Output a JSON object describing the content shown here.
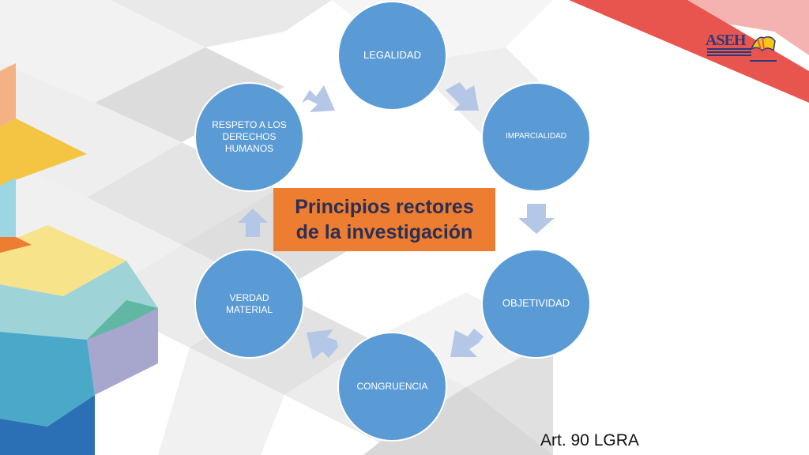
{
  "diagram": {
    "title": "Principios rectores\nde la investigación",
    "nodes": [
      {
        "id": "legalidad",
        "label": "LEGALIDAD"
      },
      {
        "id": "imparcialidad",
        "label": "IMPARCIALIDAD"
      },
      {
        "id": "objetividad",
        "label": "OBJETIVIDAD"
      },
      {
        "id": "congruencia",
        "label": "CONGRUENCIA"
      },
      {
        "id": "verdad",
        "label": "VERDAD\nMATERIAL"
      },
      {
        "id": "respeto",
        "label": "RESPETO A LOS\nDERECHOS\nHUMANOS"
      }
    ],
    "footer": "Art. 90 LGRA"
  },
  "logo": {
    "text": "ASEH"
  },
  "colors": {
    "node": "#5b9bd5",
    "title_box": "#ed7d31",
    "title_text": "#2b2f55",
    "arrow": "#b4c7e7"
  }
}
